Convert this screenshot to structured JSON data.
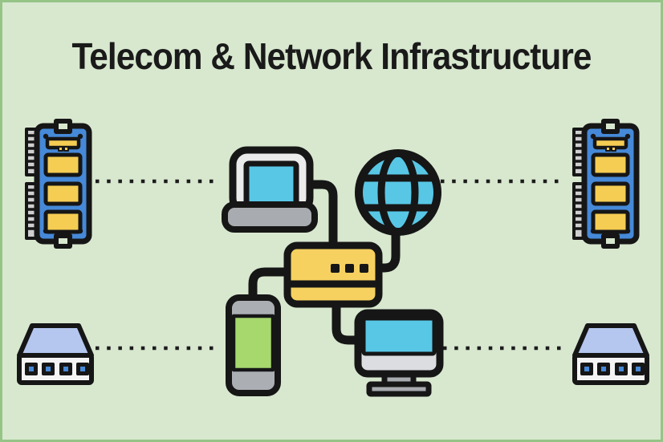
{
  "title": "Telecom & Network Infrastructure",
  "diagram": {
    "nodes": [
      {
        "id": "ram-left",
        "icon": "memory-module-icon",
        "label": "RAM memory module",
        "position": "top-left"
      },
      {
        "id": "laptop",
        "icon": "laptop-icon",
        "label": "Laptop",
        "position": "center-top-left"
      },
      {
        "id": "globe",
        "icon": "internet-globe-icon",
        "label": "Internet globe",
        "position": "center-top-right"
      },
      {
        "id": "ram-right",
        "icon": "memory-module-icon",
        "label": "RAM memory module",
        "position": "top-right"
      },
      {
        "id": "router",
        "icon": "router-modem-icon",
        "label": "Router / modem",
        "position": "center"
      },
      {
        "id": "switch-left",
        "icon": "network-switch-icon",
        "label": "Network switch",
        "position": "bottom-left"
      },
      {
        "id": "phone",
        "icon": "smartphone-icon",
        "label": "Smartphone",
        "position": "center-bottom-left"
      },
      {
        "id": "monitor",
        "icon": "desktop-monitor-icon",
        "label": "Desktop monitor",
        "position": "center-bottom-right"
      },
      {
        "id": "switch-right",
        "icon": "network-switch-icon",
        "label": "Network switch",
        "position": "bottom-right"
      }
    ],
    "links": [
      {
        "from": "laptop",
        "to": "router",
        "style": "solid-cable"
      },
      {
        "from": "globe",
        "to": "router",
        "style": "solid-cable"
      },
      {
        "from": "phone",
        "to": "router",
        "style": "solid-cable"
      },
      {
        "from": "monitor",
        "to": "router",
        "style": "solid-cable"
      },
      {
        "from": "ram-left",
        "to": "laptop",
        "style": "dotted"
      },
      {
        "from": "globe",
        "to": "ram-right",
        "style": "dotted"
      },
      {
        "from": "switch-left",
        "to": "phone",
        "style": "dotted"
      },
      {
        "from": "monitor",
        "to": "switch-right",
        "style": "dotted"
      }
    ]
  },
  "colors": {
    "background": "#d8e8cf",
    "frame_border": "#96c487",
    "outline_black": "#161616",
    "title_text": "#1a1a1a",
    "device_blue": "#4689d8",
    "chip_yellow": "#f5cd53",
    "router_yellow": "#f6d160",
    "screen_cyan": "#58c7e6",
    "phone_green": "#a6d86e",
    "gray_light": "#ebebeb",
    "gray_medium": "#a8abb0",
    "switch_top_blue": "#b5c7ef",
    "switch_front": "#f4f4f4",
    "pin_gray": "#cfcfcf"
  }
}
